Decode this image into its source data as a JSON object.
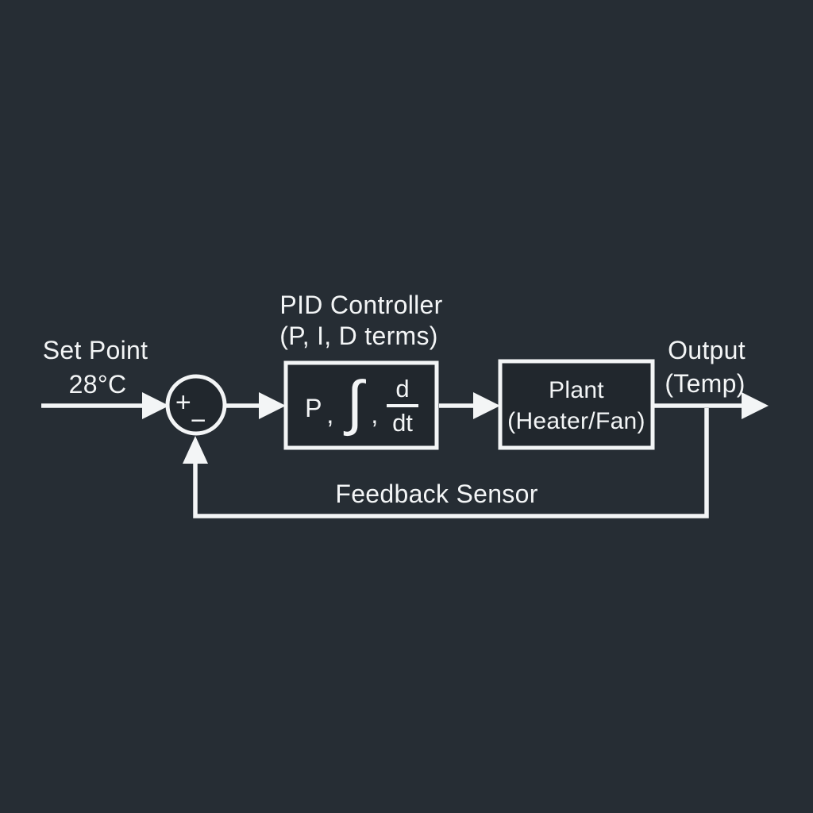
{
  "diagram": {
    "title_semantics": "PID temperature control feedback loop block diagram",
    "colors": {
      "background": "#262d34",
      "line": "#f3f5f6",
      "box_fill": "#21272d"
    },
    "labels": {
      "set_point_line1": "Set Point",
      "set_point_line2": "28°C",
      "pid_title_line1": "PID Controller",
      "pid_title_line2": "(P, I, D terms)",
      "plant_line1": "Plant",
      "plant_line2": "(Heater/Fan)",
      "output_line1": "Output",
      "output_line2": "(Temp)",
      "feedback_label": "Feedback Sensor"
    },
    "summing_junction": {
      "plus_sign": "+",
      "minus_sign": "−"
    },
    "pid_box_terms": {
      "p_term": "P",
      "separator1": ",",
      "integral_term": "∫",
      "separator2": ",",
      "derivative_numerator": "d",
      "derivative_denominator": "dt"
    }
  }
}
